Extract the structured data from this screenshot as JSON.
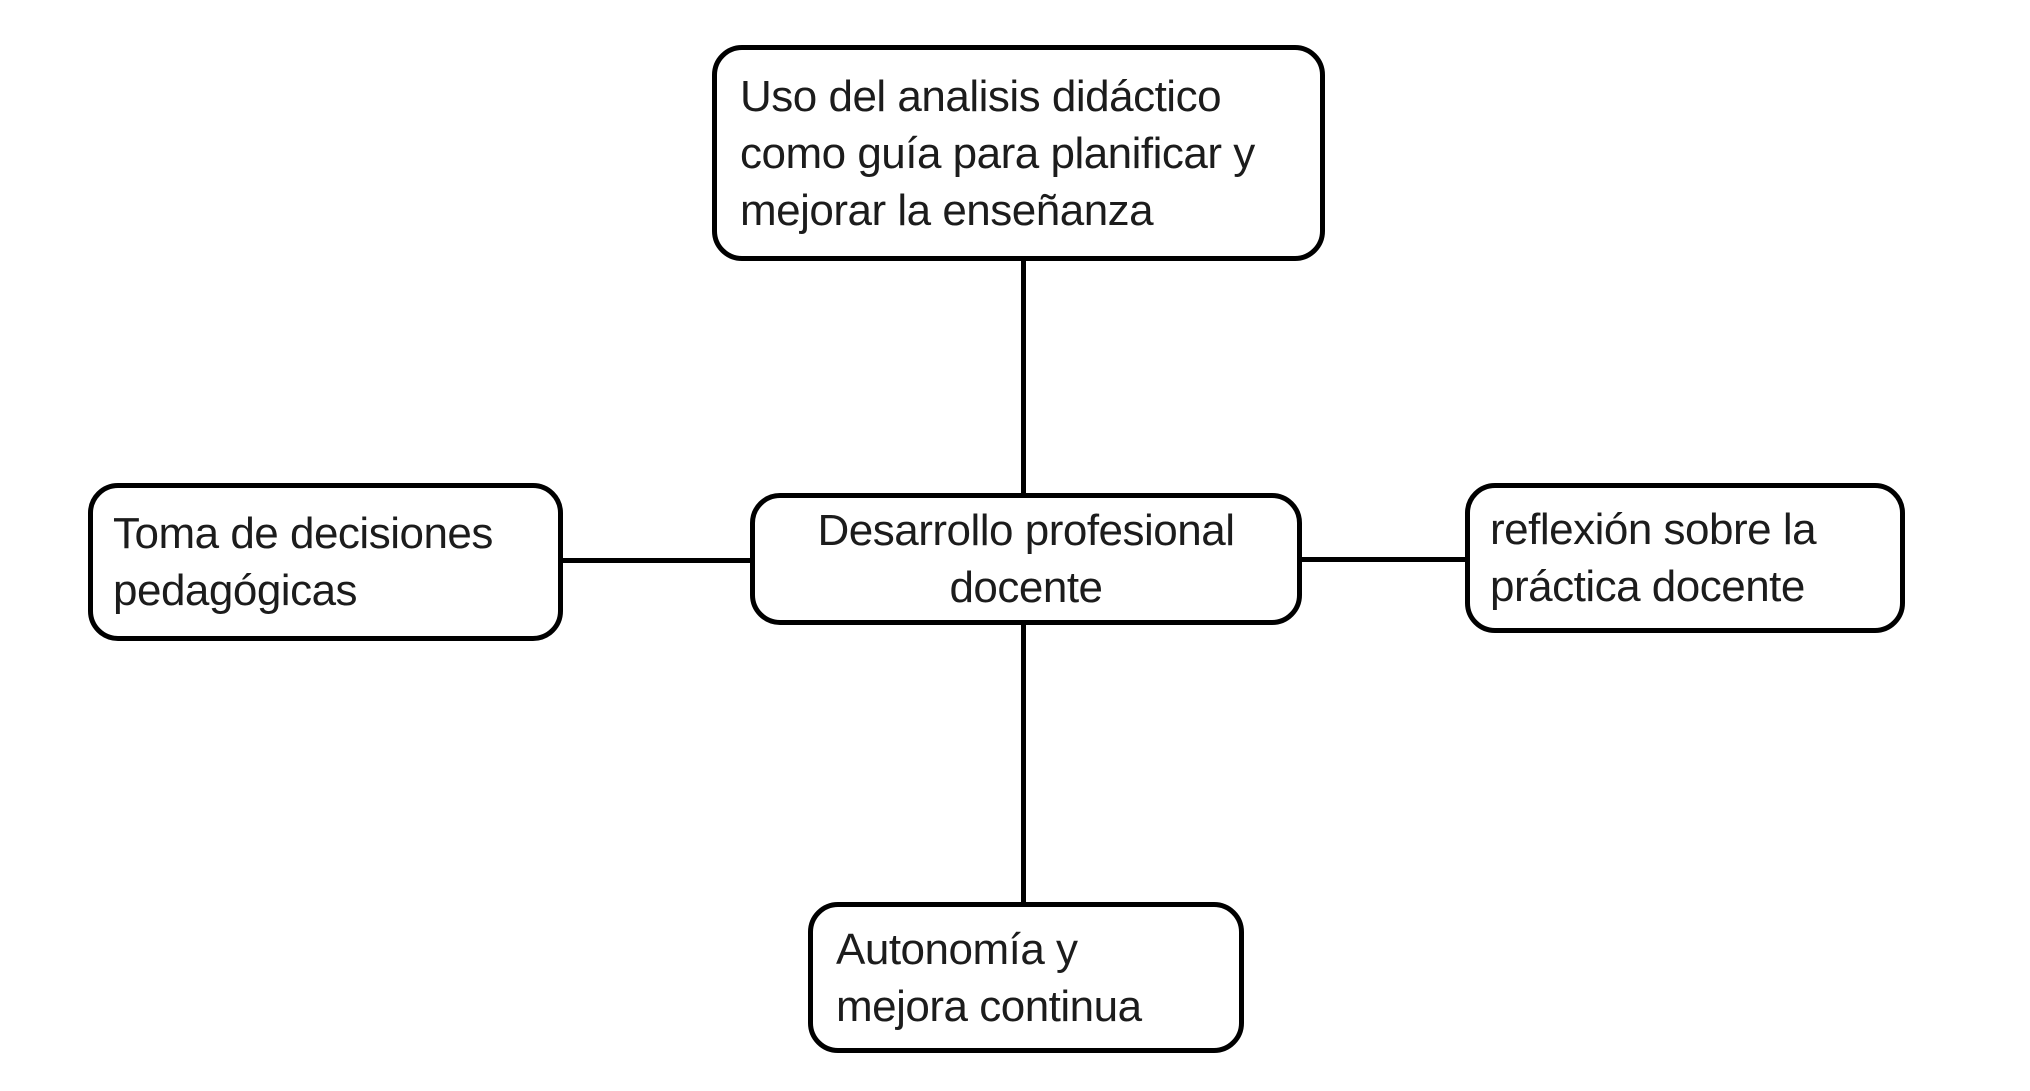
{
  "diagram": {
    "type": "concept-map",
    "colors": {
      "background": "#ffffff",
      "node_fill": "#ffffff",
      "node_border": "#000000",
      "text": "#1c1c1c",
      "connector": "#000000"
    },
    "nodes": {
      "center": {
        "text": "Desarrollo profesional docente",
        "lines": [
          "Desarrollo profesional",
          "docente"
        ]
      },
      "top": {
        "text": "Uso del analisis didáctico como guía para planificar y mejorar la enseñanza",
        "lines": [
          "Uso del analisis didáctico",
          "como guía para planificar y",
          "mejorar la enseñanza"
        ]
      },
      "left": {
        "text": "Toma de decisiones pedagógicas",
        "lines": [
          "Toma de decisiones",
          "pedagógicas"
        ]
      },
      "right": {
        "text": "reflexión sobre la práctica docente",
        "lines": [
          "reflexión sobre la",
          "práctica docente"
        ]
      },
      "bottom": {
        "text": "Autonomía y mejora continua",
        "lines": [
          "Autonomía y",
          "mejora continua"
        ]
      }
    },
    "edges": [
      {
        "from": "center",
        "to": "top"
      },
      {
        "from": "center",
        "to": "left"
      },
      {
        "from": "center",
        "to": "right"
      },
      {
        "from": "center",
        "to": "bottom"
      }
    ]
  }
}
